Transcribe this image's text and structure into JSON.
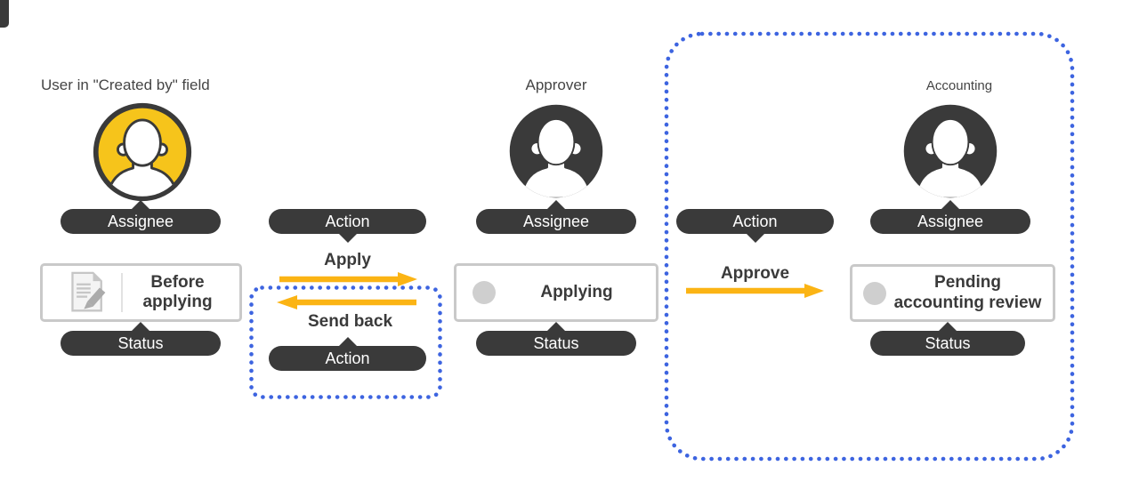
{
  "colors": {
    "accent_yellow": "#F6C41B",
    "arrow_amber": "#FBB414",
    "dark": "#3A3A3A",
    "dotted_blue": "#3D64E0",
    "box_border": "#C9C9C9",
    "status_dot_gray": "#CFCFCF"
  },
  "creator": {
    "role_label": "User in \"Created by\" field",
    "avatar_icon": "person-icon",
    "assignee_tag": "Assignee",
    "status_tag": "Status",
    "status_icon": "document-edit-icon",
    "status_line1": "Before",
    "status_line2": "applying"
  },
  "apply_flow": {
    "action_tag_top": "Action",
    "apply_label": "Apply",
    "send_back_label": "Send back",
    "action_tag_bottom": "Action"
  },
  "approver": {
    "role_label": "Approver",
    "avatar_icon": "person-icon",
    "assignee_tag": "Assignee",
    "status_tag": "Status",
    "status_icon": "circle-icon",
    "status_value": "Applying"
  },
  "accounting": {
    "role_label": "Accounting",
    "avatar_icon": "person-icon",
    "action_tag": "Action",
    "approve_label": "Approve",
    "assignee_tag": "Assignee",
    "status_tag": "Status",
    "status_icon": "circle-icon",
    "status_line1": "Pending",
    "status_line2": "accounting review"
  }
}
